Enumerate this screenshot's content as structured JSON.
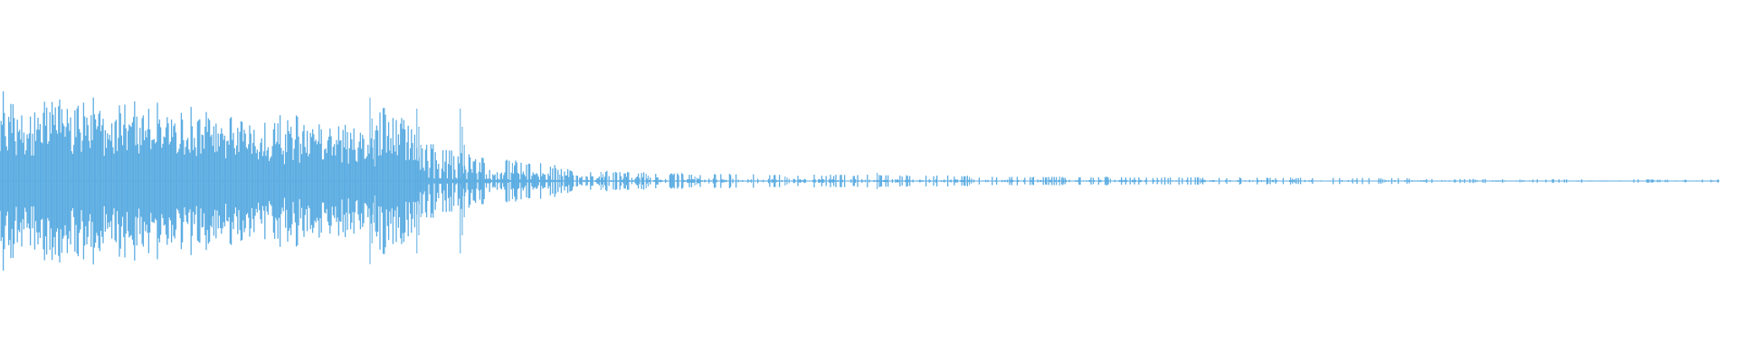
{
  "waveform": {
    "color": "#5DADE2",
    "background": "#ffffff",
    "envelope_segments": [
      {
        "from": 0.0,
        "to": 0.215,
        "peak": 0.52,
        "body": 0.3,
        "min": 0.1,
        "dense": 1.0
      },
      {
        "from": 0.215,
        "to": 0.24,
        "peak": 0.46,
        "body": 0.24,
        "min": 0.06,
        "dense": 0.9
      },
      {
        "from": 0.24,
        "to": 0.27,
        "peak": 0.24,
        "body": 0.1,
        "min": 0.02,
        "dense": 0.8
      },
      {
        "from": 0.27,
        "to": 0.32,
        "peak": 0.14,
        "body": 0.05,
        "min": 0.01,
        "dense": 0.7
      },
      {
        "from": 0.32,
        "to": 0.38,
        "peak": 0.07,
        "body": 0.025,
        "min": 0.005,
        "dense": 0.6
      },
      {
        "from": 0.38,
        "to": 0.56,
        "peak": 0.045,
        "body": 0.01,
        "min": 0.003,
        "dense": 0.5
      },
      {
        "from": 0.56,
        "to": 0.82,
        "peak": 0.025,
        "body": 0.006,
        "min": 0.002,
        "dense": 0.45
      },
      {
        "from": 0.82,
        "to": 0.99,
        "peak": 0.012,
        "body": 0.003,
        "min": 0.001,
        "dense": 0.4
      }
    ],
    "transients": [
      {
        "at": 0.213,
        "amp": 0.46
      },
      {
        "at": 0.24,
        "amp": 0.4
      },
      {
        "at": 0.265,
        "amp": 0.4
      },
      {
        "at": 0.295,
        "amp": 0.1
      },
      {
        "at": 0.32,
        "amp": 0.07
      },
      {
        "at": 0.346,
        "amp": 0.05
      },
      {
        "at": 0.372,
        "amp": 0.04
      },
      {
        "at": 0.4,
        "amp": 0.025
      },
      {
        "at": 0.452,
        "amp": 0.025
      },
      {
        "at": 0.505,
        "amp": 0.045
      },
      {
        "at": 0.557,
        "amp": 0.03
      },
      {
        "at": 0.61,
        "amp": 0.025
      },
      {
        "at": 0.637,
        "amp": 0.025
      },
      {
        "at": 0.69,
        "amp": 0.02
      },
      {
        "at": 0.743,
        "amp": 0.02
      },
      {
        "at": 0.795,
        "amp": 0.015
      },
      {
        "at": 0.848,
        "amp": 0.012
      },
      {
        "at": 0.875,
        "amp": 0.008
      },
      {
        "at": 0.985,
        "amp": 0.006
      }
    ]
  }
}
